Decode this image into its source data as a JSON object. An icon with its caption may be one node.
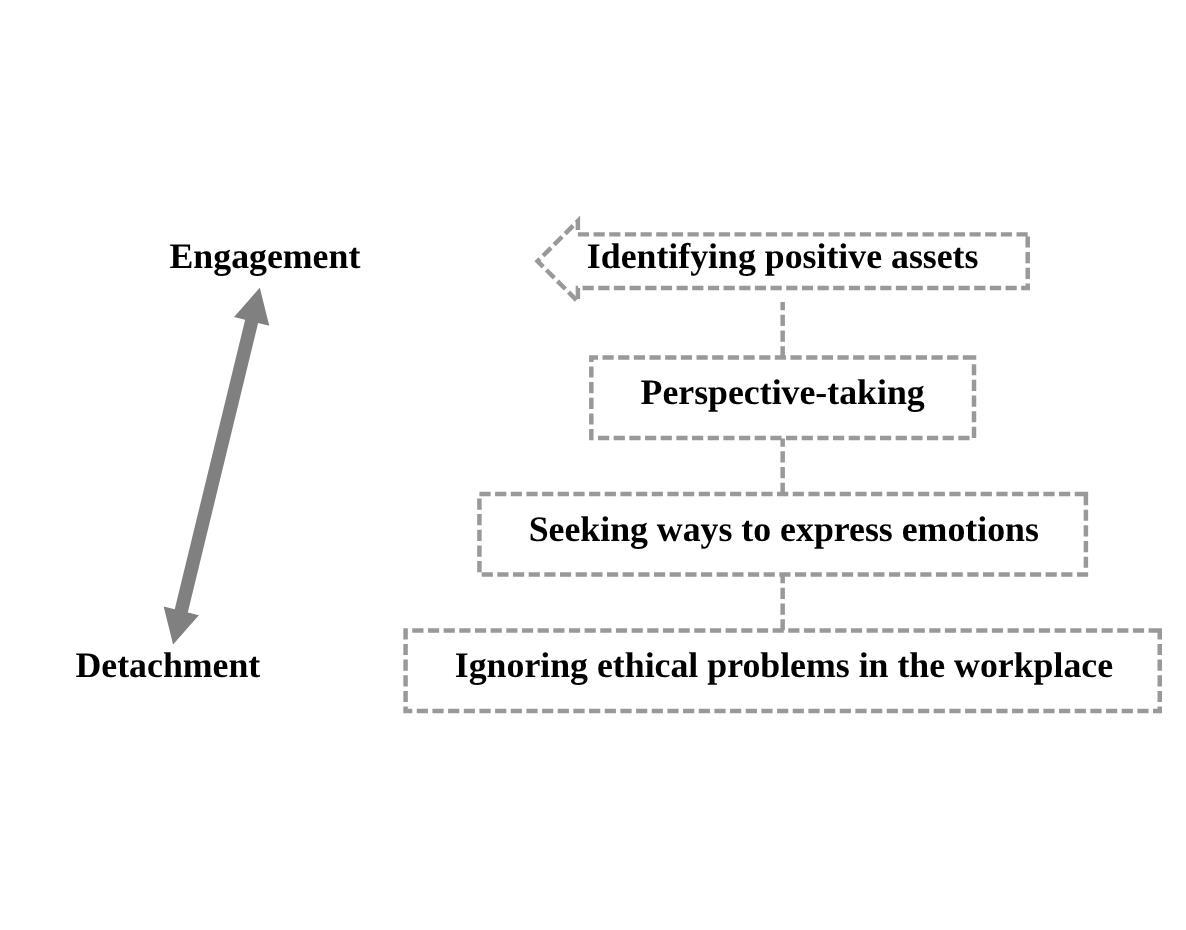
{
  "diagram": {
    "nodes": [
      {
        "text": [
          "Engagement"
        ]
      },
      {
        "text": [
          "Detachment"
        ]
      },
      {
        "text": [
          "Identifying positive assets"
        ]
      },
      {
        "text": [
          "Perspective-taking"
        ]
      },
      {
        "text": [
          "Seeking ways to express emotions"
        ]
      },
      {
        "text": [
          "Ignoring ethical problems in the workplace"
        ]
      }
    ],
    "edges": [
      {
        "from": 0,
        "to": 1,
        "arrow": "both",
        "style": "thick",
        "color": "#808080"
      },
      {
        "from": 5,
        "to": 4,
        "arrow": "none",
        "style": "dashed"
      },
      {
        "from": 4,
        "to": 3,
        "arrow": "none",
        "style": "dashed"
      },
      {
        "from": 3,
        "to": 2,
        "arrow": "none",
        "style": "dashed"
      }
    ]
  }
}
